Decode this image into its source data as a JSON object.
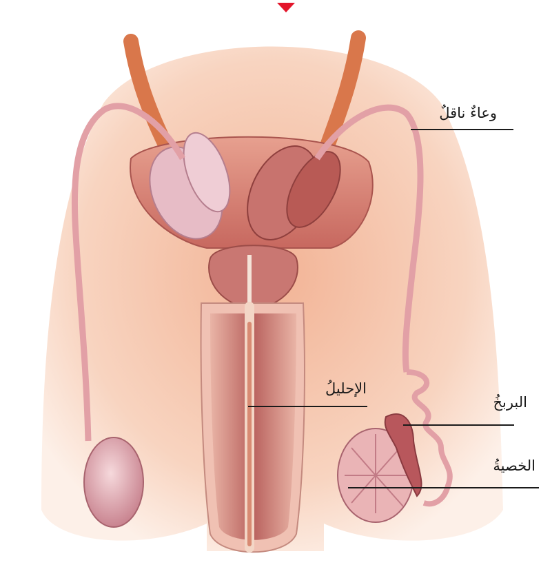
{
  "diagram": {
    "labels": {
      "vas_deferens": "وعاءٌ ناقلٌ",
      "urethra": "الإحليلُ",
      "epididymis": "البربخُ",
      "testis": "الخصيةُ"
    },
    "colors": {
      "skin": "#f7cdb5",
      "bladder": "#d98c7c",
      "tissue": "#c86e6c",
      "ureter": "#e08a5c",
      "tube": "#e9a6a4",
      "testis": "#eab4b6",
      "pointer": "#e3162b"
    }
  }
}
